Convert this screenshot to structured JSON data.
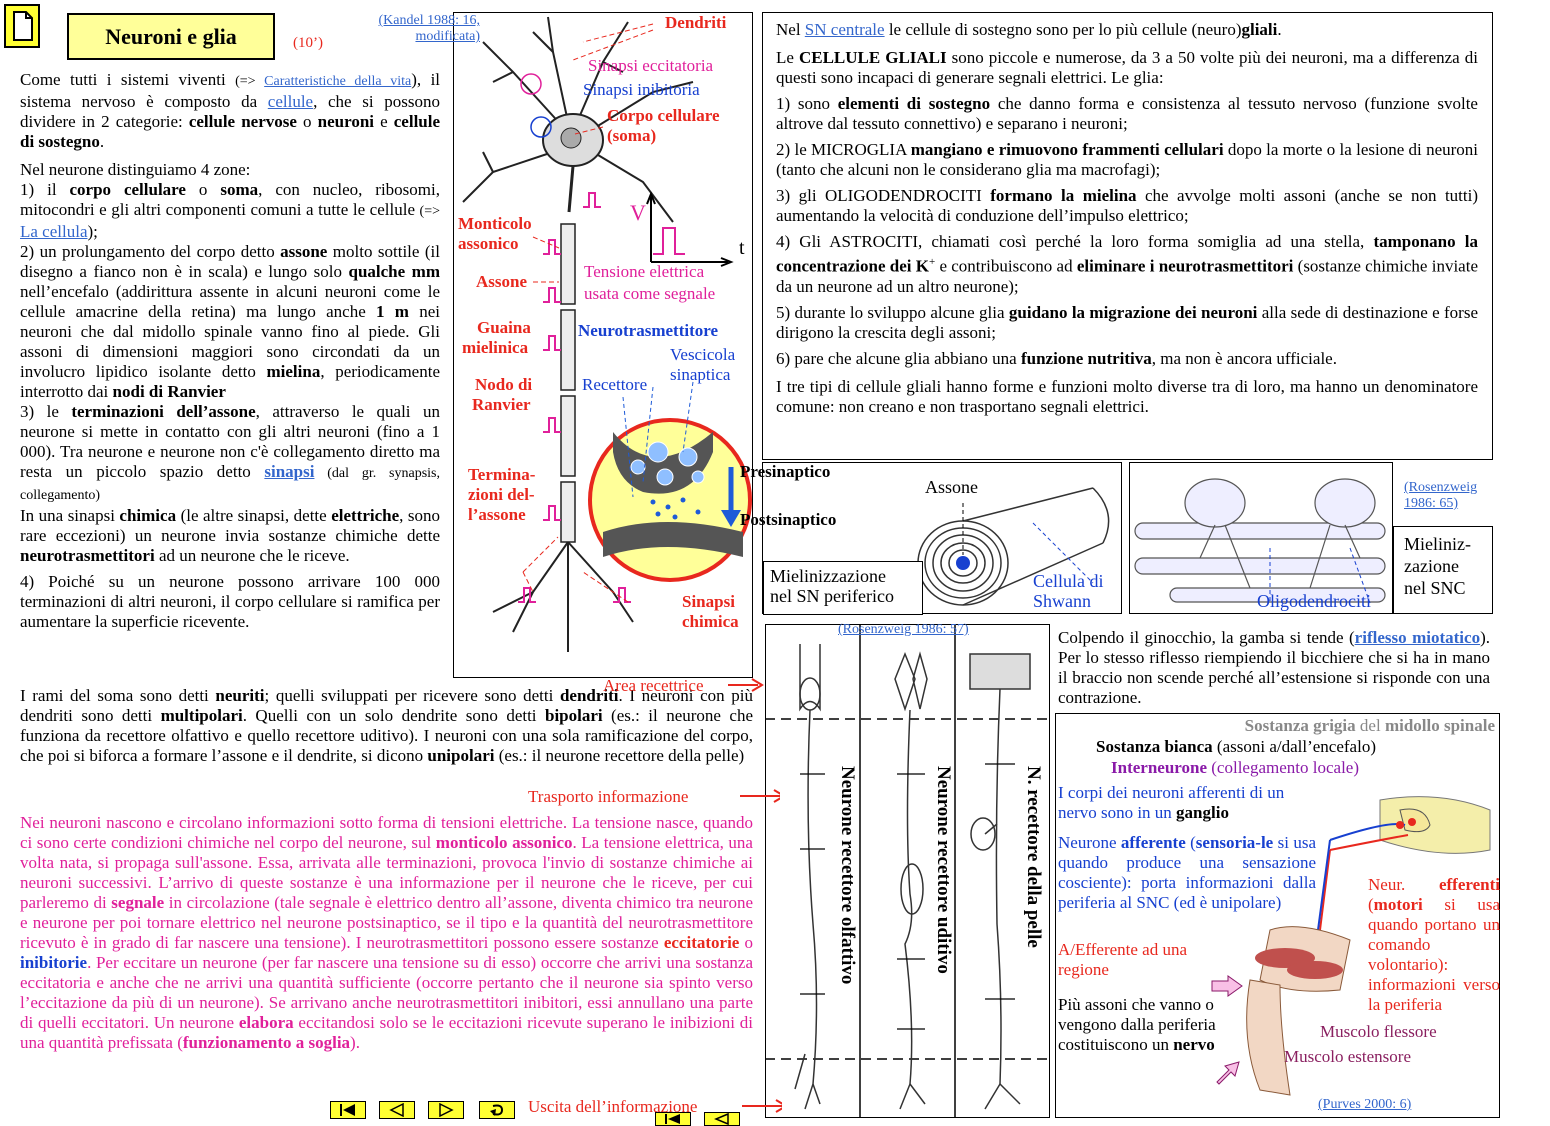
{
  "header": {
    "doc_icon": "document-icon",
    "title": "Neuroni e glia",
    "duration": "(10’)"
  },
  "left": {
    "p1": {
      "t1": "Come tutti i sistemi viventi ",
      "t2": "(=> ",
      "link1": "Caratteristiche della vita",
      "t3": "), il sistema nervoso è composto da ",
      "link2": "cellule",
      "t4": ", che si possono dividere in 2 categorie: ",
      "b1": "cellule nervose",
      "t5": " o ",
      "b2": "neuroni",
      "t6": " e ",
      "b3": "cellule di sostegno",
      "t7": "."
    },
    "p2": "Nel neurone distinguiamo 4 zone:",
    "p3": {
      "t1": "1) il ",
      "b1": "corpo cellulare",
      "t2": " o ",
      "b2": "soma",
      "t3": ", con nucleo, ribosomi, mitocondri e gli altri componenti comuni a tutte le cellule ",
      "t4": "(=> ",
      "link1": "La cellula",
      "t5": ");"
    },
    "p4": {
      "t1": "2) un prolungamento del corpo detto ",
      "b1": "assone",
      "t2": " molto sottile (il disegno a fianco non è in scala) e lungo solo ",
      "b2": "qualche mm",
      "t3": " nell’encefalo (addirittura assente in alcuni neuroni come le cellule amacrine della retina) ma lungo anche ",
      "b3": "1 m",
      "t4": " nei neuroni che dal midollo spinale vanno fino al piede. Gli assoni di dimensioni maggiori sono circondati da un involucro lipidico isolante detto ",
      "b4": "mielina",
      "t5": ", periodicamente interrotto dai ",
      "b5": "nodi di Ranvier"
    },
    "p5": {
      "t1": "3) le ",
      "b1": "terminazioni dell’assone",
      "t2": ", attraverso le quali un neurone si mette in contatto con gli altri neuroni (fino a 1 000). Tra neurone e neurone non c'è collegamento diretto ma resta un piccolo spazio detto ",
      "link1": "sinapsi",
      "t3": " (dal gr. synapsis, collegamento)"
    },
    "p6": {
      "t1": "In una sinapsi ",
      "b1": "chimica",
      "t2": " (le altre sinapsi, dette ",
      "b2": "elettriche",
      "t3": ", sono rare eccezioni) un neurone invia sostanze chimiche dette ",
      "b3": "neurotrasmettitori",
      "t4": " ad un neurone che le riceve."
    },
    "p7": "4) Poiché su un neurone possono arrivare 100 000 terminazioni di altri neuroni, il corpo cellulare si ramifica per aumentare la superficie ricevente.",
    "p8": {
      "t1": "I rami del soma sono detti ",
      "b1": "neuriti",
      "t2": "; quelli sviluppati per ricevere sono detti ",
      "b2": "dendriti",
      "t3": ". I neuroni con più dendriti sono detti ",
      "b3": "multipolari",
      "t4": ". Quelli con un solo dendrite sono detti ",
      "b4": "bipolari",
      "t5": " (es.: il neurone che funziona da recettore olfattivo e quello recettore uditivo). I neuroni con una sola ramificazione del corpo, che poi si biforca a formare l’assone e il dendrite, si dicono ",
      "b5": "unipolari",
      "t6": " (es.: il neurone recettore della pelle)"
    },
    "p9": {
      "t1": "Nei neuroni nascono e circolano informazioni sotto forma di tensioni elettriche. La tensione nasce, quando ci sono certe condizioni chimiche nel corpo del neurone, sul ",
      "b1": "monticolo assonico",
      "t2": ". La tensione elettrica, una volta nata, si propaga sull'assone. Essa, arrivata alle terminazioni, provoca l'invio di sostanze chimiche ai neuroni successivi. L’arrivo di queste sostanze è una informazione per il neurone che le riceve, per cui parleremo di ",
      "b2": "segnale",
      "t3": " in circolazione (tale segnale è elettrico dentro all’assone, diventa chimico tra neurone e neurone per poi tornare elettrico nel neurone postsinaptico, se il tipo e la quantità del neurotrasmettitore ricevuto è in grado di far nascere una tensione). I neurotrasmettitori possono essere sostanze ",
      "b3": "eccitatorie",
      "t4": " o ",
      "b4": "inibitorie",
      "t5": ". Per eccitare un neurone (per far nascere una tensione su di esso) occorre che arrivi una sostanza eccitatoria e anche che ne arrivi una quantità sufficiente (occorre pertanto che il neurone sia spinto verso l’eccitazione da più di un neurone). Se arrivano anche neurotrasmettitori inibitori, essi annullano una parte di quelli eccitatori. Un neurone ",
      "b5": "elabora",
      "t6": " eccitandosi solo se le eccitazioni ricevute superano le inibizioni di una quantità prefissata (",
      "b6": "funzionamento a soglia",
      "t7": ")."
    }
  },
  "neuron_figure": {
    "citation": "(Kandel 1988: 16, modificata)",
    "dendriti": "Dendriti",
    "sinapsi_ecc": "Sinapsi eccitatoria",
    "sinapsi_inib": "Sinapsi inibitoria",
    "corpo": "Corpo cellulare",
    "soma": "(soma)",
    "monticolo1": "Monticolo",
    "monticolo2": "assonico",
    "v": "V",
    "t": "t",
    "tensione1": "Tensione elettrica",
    "tensione2": "usata come segnale",
    "assone": "Assone",
    "guaina1": "Guaina",
    "guaina2": "mielinica",
    "neurotrasm": "Neurotrasmettitore",
    "vescicola1": "Vescicola",
    "vescicola2": "sinaptica",
    "nodo1": "Nodo di",
    "nodo2": "Ranvier",
    "recettore": "Recettore",
    "presinaptico": "Presinaptico",
    "postsinaptico": "Postsinaptico",
    "term1": "Termina-",
    "term2": "zioni del-",
    "term3": "l’assone",
    "sin_chim1": "Sinapsi",
    "sin_chim2": "chimica"
  },
  "glia": {
    "p1": {
      "t1": "Nel ",
      "link1": "SN centrale",
      "t2": " le cellule di sostegno sono per lo più cellule (neuro)",
      "b1": "gliali",
      "t3": "."
    },
    "p2": {
      "t1": "Le ",
      "b1": "CELLULE GLIALI",
      "t2": " sono piccole e numerose, da 3 a 50 volte più dei neuroni, ma a differenza di questi sono incapaci di generare segnali elettrici. Le glia:"
    },
    "p3": {
      "t1": "1) sono ",
      "b1": "elementi di sostegno",
      "t2": " che danno forma e consistenza al tessuto nervoso (funzione svolte altrove dal tessuto connettivo) e separano i neuroni;"
    },
    "p4": {
      "t1": "2) le MICROGLIA ",
      "b1": "mangiano e rimuovono frammenti cellulari",
      "t2": " dopo la morte o la lesione di neuroni (tanto che alcuni non le considerano glia ma macrofagi);"
    },
    "p5": {
      "t1": "3) gli OLIGODENDROCITI ",
      "b1": "formano la mielina",
      "t2": " che avvolge molti assoni (anche se non tutti) aumentando la velocità di conduzione dell’impulso elettrico;"
    },
    "p6": {
      "t1": "4) Gli ASTROCITI, chiamati così perché la loro forma somiglia ad una stella, ",
      "b1": "tamponano la concentrazione dei K",
      "sup": "+",
      "t2": " e contribuiscono ad ",
      "b2": "eliminare i neurotrasmettitori",
      "t3": " (sostanze chimiche inviate da un neurone ad un altro neurone);"
    },
    "p7": {
      "t1": "5) durante lo sviluppo alcune glia ",
      "b1": "guidano la migrazione dei neuroni",
      "t2": " alla sede di destinazione e forse dirigono la crescita degli assoni;"
    },
    "p8": {
      "t1": "6) pare che alcune glia abbiano una ",
      "b1": "funzione nutritiva",
      "t2": ", ma non è ancora ufficiale."
    },
    "p9": "I tre tipi di cellule gliali hanno forme e funzioni molto diverse tra di loro, ma hanno un denominatore comune: non creano e non trasportano segnali elettrici."
  },
  "myelin": {
    "assone": "Assone",
    "mielin_per1": "Mielinizzazione",
    "mielin_per2": "nel SN periferico",
    "shwann1": "Cellula di",
    "shwann2": "Shwann",
    "oligo": "Oligodendrociti",
    "rosen": "(Rosenzweig 1986: 65)",
    "snc1": "Mieliniz-",
    "snc2": "zazione",
    "snc3": "nel SNC"
  },
  "receptors": {
    "citation": "(Rosenzweig 1986: 57)",
    "area": "Area recettrice",
    "trasporto": "Trasporto informazione",
    "uscita": "Uscita dell’informazione",
    "olfattivo": "Neurone recettore olfattivo",
    "uditivo": "Neurone recettore uditivo",
    "pelle": "N. recettore della pelle"
  },
  "reflex": {
    "t1": "Colpendo il ginocchio, la gamba si tende (",
    "link1": "riflesso miotatico",
    "t2": "). Per lo stesso riflesso riempiendo il bicchiere che si ha in mano il braccio non scende perché all’estensione si risponde con una contrazione."
  },
  "spinal": {
    "grigia": "Sostanza grigia",
    "del": " del ",
    "midollo": "midollo spinale",
    "bianca": "Sostanza bianca",
    "bianca2": " (assoni a/dall’encefalo)",
    "inter": "Interneurone",
    "inter2": " (collegamento locale)",
    "corpi1": "I corpi dei neuroni afferenti di un nervo sono in un ",
    "ganglio": "ganglio",
    "aff1": "Neurone ",
    "aff2": "afferente",
    "aff3": " (",
    "aff4": "sensoria-le",
    "aff5": " si usa quando produce una sensazione cosciente): porta informazioni dalla periferia al SNC (ed è unipolare)",
    "aeff": "A/Efferente ad una regione",
    "piu1": "Più assoni che vanno o vengono dalla periferia costituiscono un ",
    "nervo": "nervo",
    "eff1": "Neur. ",
    "eff2": "efferenti",
    "eff3": " (",
    "eff4": "motori",
    "eff5": " si usa quando portano un comando volontario): informazioni verso la periferia",
    "flessore": "Muscolo flessore",
    "estensore": "Muscolo estensore",
    "purves": "(Purves 2000: 6)"
  },
  "nav": {
    "first": "nav-first-icon",
    "prev": "nav-prev-icon",
    "next": "nav-next-icon",
    "back": "nav-back-icon"
  },
  "colors": {
    "accent_yellow": "#ffff99",
    "nav_yellow": "#ffff33",
    "link_blue": "#3366cc",
    "pink": "#e0209a",
    "red": "#e8281e"
  }
}
